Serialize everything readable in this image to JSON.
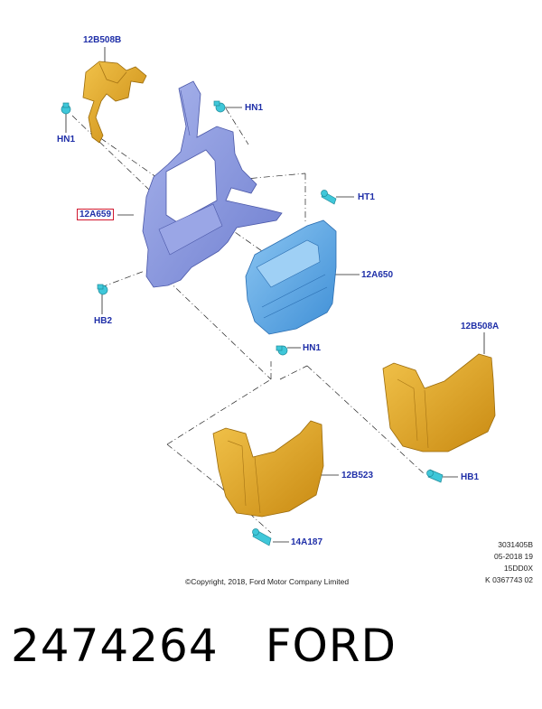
{
  "callouts": {
    "bracket_top": "12B508B",
    "hn1_top_left": "HN1",
    "hn1_top": "HN1",
    "ht1": "HT1",
    "frame": "12A659",
    "module": "12A650",
    "hb2": "HB2",
    "hn1_mid": "HN1",
    "bracket_right": "12B508A",
    "cover": "12B523",
    "hb1": "HB1",
    "clip": "14A187"
  },
  "metadata": {
    "line1": "3031405B",
    "line2": "05-2018 19",
    "line3": "15DD0X",
    "line4": "K 0367743 02"
  },
  "copyright": "©Copyright, 2018, Ford Motor Company Limited",
  "footer": {
    "part_number": "2474264",
    "brand": "FORD"
  },
  "colors": {
    "label_blue": "#1f2fa8",
    "highlight_red": "#d0182f",
    "part_gold": "#e0a82a",
    "frame_blue": "#8c9be0",
    "module_blue": "#5ea7e6",
    "fastener_teal": "#3fc7d9"
  }
}
